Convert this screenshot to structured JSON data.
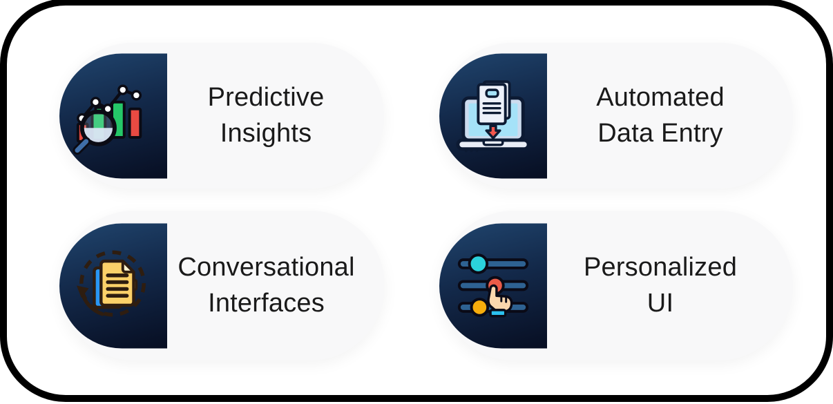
{
  "frame": {
    "border_color": "#000000",
    "background_color": "#ffffff",
    "card_background_color": "#f8f8f9",
    "icon_panel_gradient": [
      "#20456e",
      "#13294a",
      "#070e22"
    ],
    "text_color": "#1a1a1a"
  },
  "cards": [
    {
      "id": "predictive-insights",
      "label": "Predictive Insights",
      "label_lines": [
        "Predictive",
        "Insights"
      ],
      "icon": "chart-magnifier-icon",
      "icon_colors": {
        "bar_green": "#25c768",
        "bar_red": "#e84a42",
        "dot_white": "#ffffff",
        "lens_fill": "#dbe7f4",
        "handle_blue": "#3f6ea8",
        "outline": "#0b0b14"
      }
    },
    {
      "id": "automated-data-entry",
      "label": "Automated Data Entry",
      "label_lines": [
        "Automated",
        "Data Entry"
      ],
      "icon": "laptop-download-icon",
      "icon_colors": {
        "screen_frame": "#ccdbee",
        "screen_blue": "#a5e2f8",
        "document_white": "#edf1fa",
        "arrow_red": "#f2564d",
        "base_gray": "#e9edf6",
        "outline": "#0c1a33"
      }
    },
    {
      "id": "conversational-interfaces",
      "label": "Conversational Interfaces",
      "label_lines": [
        "Conversational",
        "Interfaces"
      ],
      "icon": "document-sync-icon",
      "icon_colors": {
        "doc_yellow": "#fbd169",
        "doc_blue": "#2996f4",
        "fold_cream": "#fff3cf",
        "arrow_brown": "#2e1d10"
      }
    },
    {
      "id": "personalized-ui",
      "label": "Personalized UI",
      "label_lines": [
        "Personalized",
        "UI"
      ],
      "icon": "sliders-hand-icon",
      "icon_colors": {
        "track_blue": "#2e6292",
        "knob_cyan": "#2bd2dc",
        "knob_red": "#ea5b48",
        "knob_yellow": "#f7ad0c",
        "hand_skin": "#fbd7ad",
        "cuff_cyan": "#2bc0ee",
        "outline": "#0a0a16"
      }
    }
  ]
}
